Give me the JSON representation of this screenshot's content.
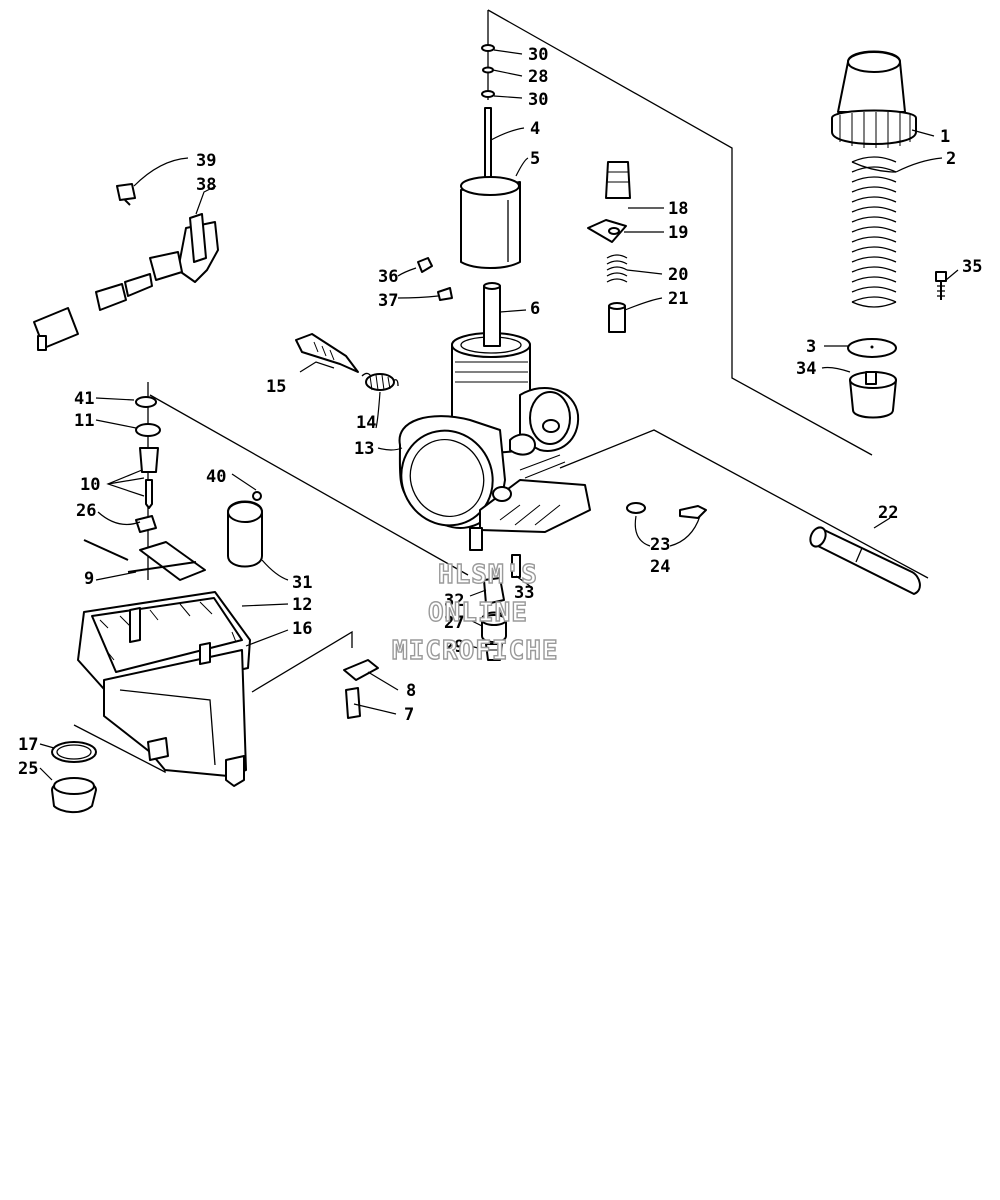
{
  "watermark": {
    "line1": "HLSM'S",
    "line2": "ONLINE",
    "line3": "MICROFICHE"
  },
  "callouts": [
    "1",
    "2",
    "3",
    "4",
    "5",
    "6",
    "7",
    "8",
    "9",
    "10",
    "11",
    "12",
    "13",
    "14",
    "15",
    "16",
    "17",
    "18",
    "19",
    "20",
    "21",
    "22",
    "23",
    "24",
    "25",
    "26",
    "27",
    "28",
    "29",
    "30",
    "31",
    "32",
    "33",
    "34",
    "35",
    "36",
    "37",
    "38",
    "39",
    "40",
    "41"
  ],
  "duplicate_callouts": [
    "30"
  ],
  "colors": {
    "ink": "#000000",
    "paper": "#ffffff",
    "watermark_outline": "#9a9a9a"
  }
}
